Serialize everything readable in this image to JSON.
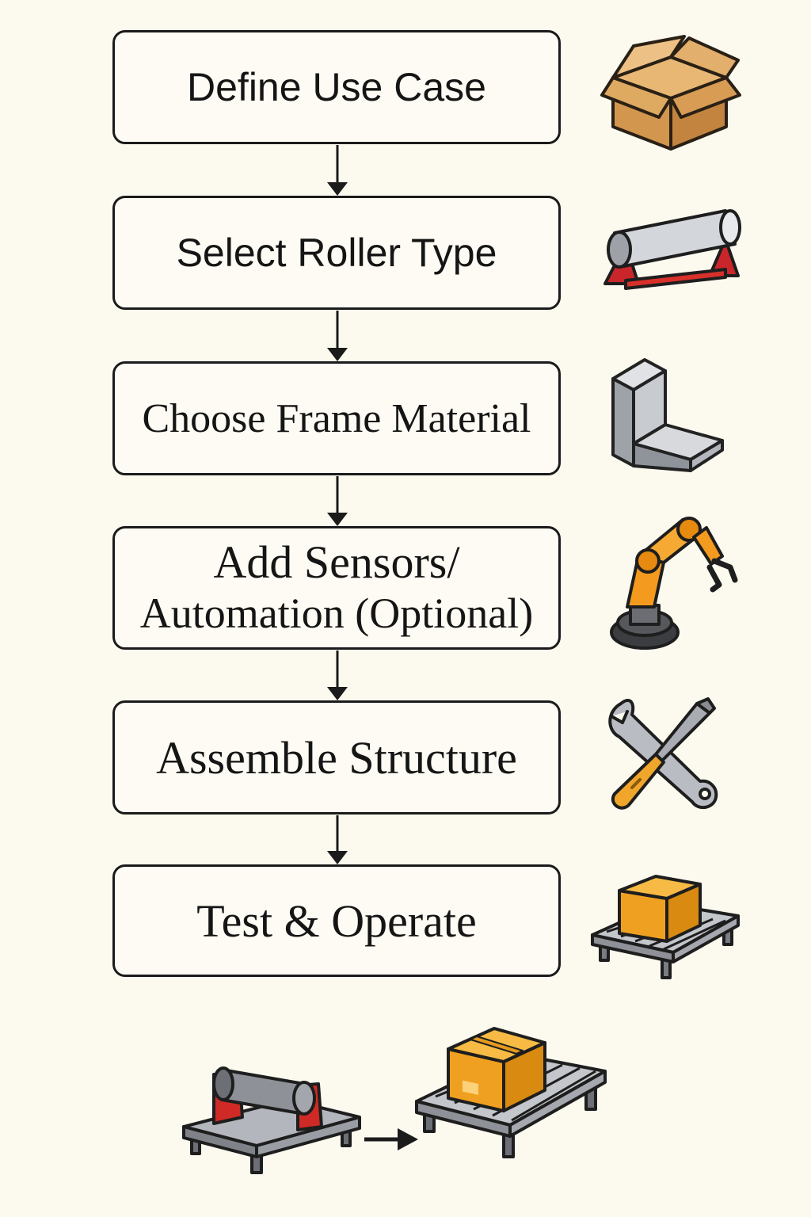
{
  "steps": [
    {
      "label": "Define Use Case",
      "icon": "cardboard-box-icon"
    },
    {
      "label": "Select Roller Type",
      "icon": "roller-stand-icon"
    },
    {
      "label": "Choose Frame Material",
      "icon": "angle-bracket-icon"
    },
    {
      "label_line1": "Add Sensors/",
      "label_line2": "Automation (Optional)",
      "icon": "robot-arm-icon"
    },
    {
      "label": "Assemble Structure",
      "icon": "wrench-screwdriver-icon"
    },
    {
      "label": "Test & Operate",
      "icon": "box-on-conveyor-icon"
    }
  ],
  "bottom_illustration": {
    "left": "roller-conveyor-icon",
    "arrow": "right-arrow-icon",
    "right": "box-on-conveyor-icon"
  },
  "colors": {
    "background": "#fcfaef",
    "outline": "#1b1b1b",
    "cardboard": "#d9a35c",
    "red": "#d8302b",
    "orange": "#f39a1f",
    "steel": "#b9bcc2"
  }
}
